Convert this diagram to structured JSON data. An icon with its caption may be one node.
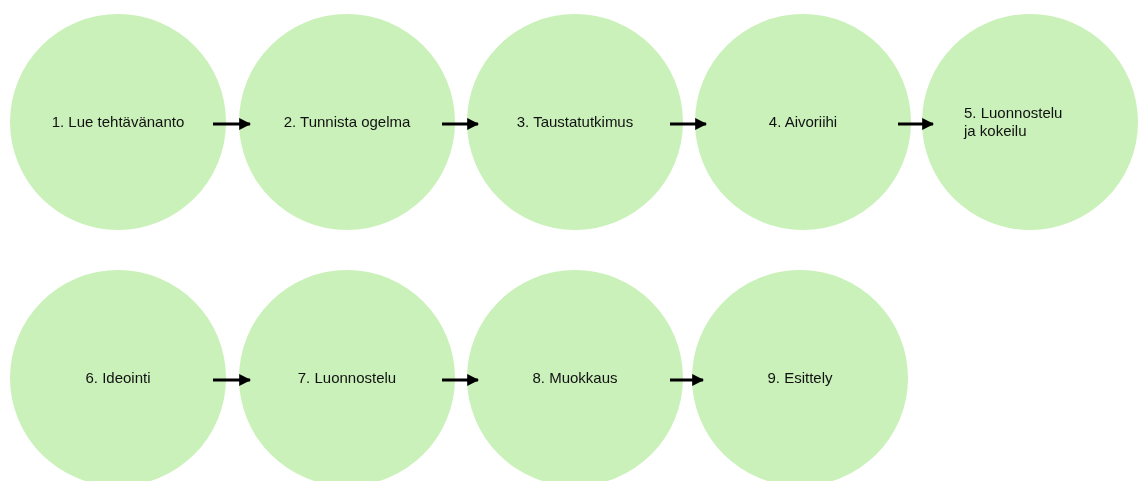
{
  "diagram": {
    "nodes": [
      {
        "text": [
          "1. Lue tehtävänanto"
        ]
      },
      {
        "text": [
          "2. Tunnista ogelma"
        ]
      },
      {
        "text": [
          "3. Taustatutkimus"
        ]
      },
      {
        "text": [
          "4. Aivoriihi"
        ]
      },
      {
        "text": [
          "5. Luonnostelu ja kokeilu"
        ]
      },
      {
        "text": [
          "6. Ideointi"
        ]
      },
      {
        "text": [
          "7. Luonnostelu"
        ]
      },
      {
        "text": [
          "8. Muokkaus"
        ]
      },
      {
        "text": [
          "9. Esittely"
        ]
      }
    ],
    "edges": [
      {
        "from": 0,
        "to": 1,
        "arrow": "to"
      },
      {
        "from": 1,
        "to": 2,
        "arrow": "to"
      },
      {
        "from": 2,
        "to": 3,
        "arrow": "to"
      },
      {
        "from": 3,
        "to": 4,
        "arrow": "to"
      },
      {
        "from": 5,
        "to": 6,
        "arrow": "to"
      },
      {
        "from": 6,
        "to": 7,
        "arrow": "to"
      },
      {
        "from": 7,
        "to": 8,
        "arrow": "to"
      }
    ]
  }
}
